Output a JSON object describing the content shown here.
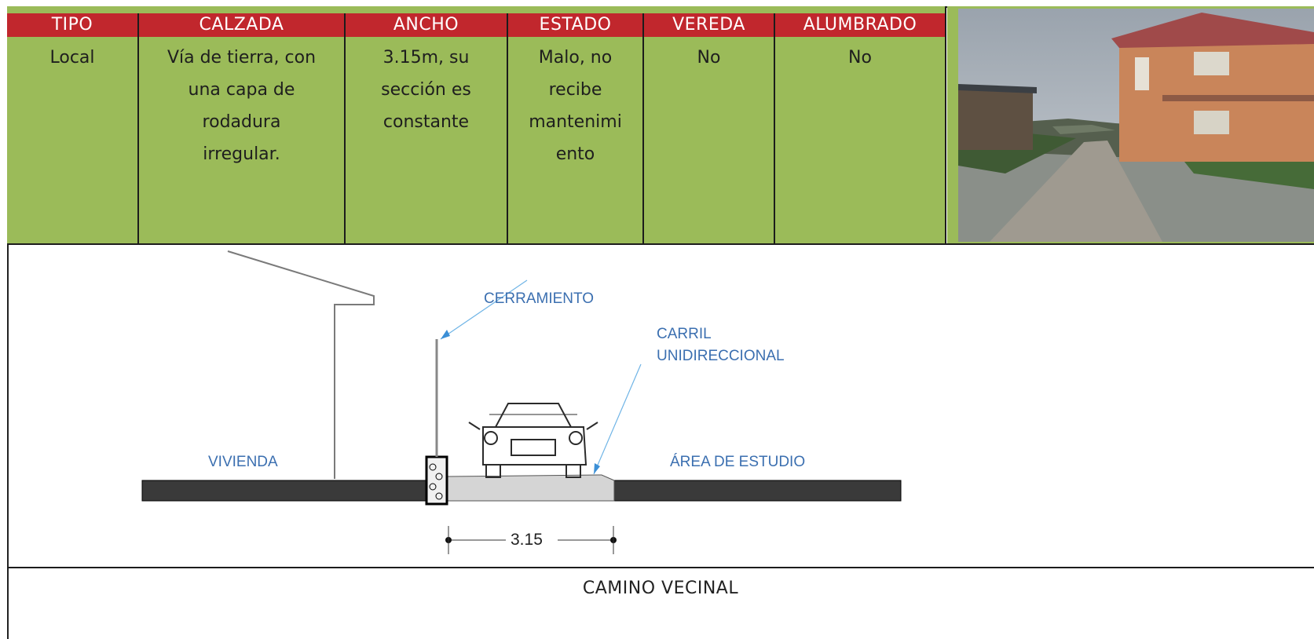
{
  "table": {
    "headers": [
      "TIPO",
      "CALZADA",
      "ANCHO",
      "ESTADO",
      "VEREDA",
      "ALUMBRADO"
    ],
    "values": [
      [
        "Local"
      ],
      [
        "Vía de tierra, con",
        "una capa de",
        "rodadura",
        "irregular."
      ],
      [
        "3.15m, su",
        "sección es",
        "constante"
      ],
      [
        "Malo, no",
        "recibe",
        "mantenimi",
        "ento"
      ],
      [
        "No"
      ],
      [
        "No"
      ]
    ]
  },
  "section": {
    "labels": {
      "cerramiento": "CERRAMIENTO",
      "carril_1": "CARRIL",
      "carril_2": "UNIDIRECCIONAL",
      "vivienda": "VIVIENDA",
      "area": "ÁREA DE ESTUDIO"
    },
    "width_dimension": "3.15"
  },
  "footer": {
    "title": "CAMINO VECINAL"
  },
  "colors": {
    "header_red": "#c1272d",
    "cell_green": "#9bbb59",
    "label_blue": "#3b6fb0"
  }
}
